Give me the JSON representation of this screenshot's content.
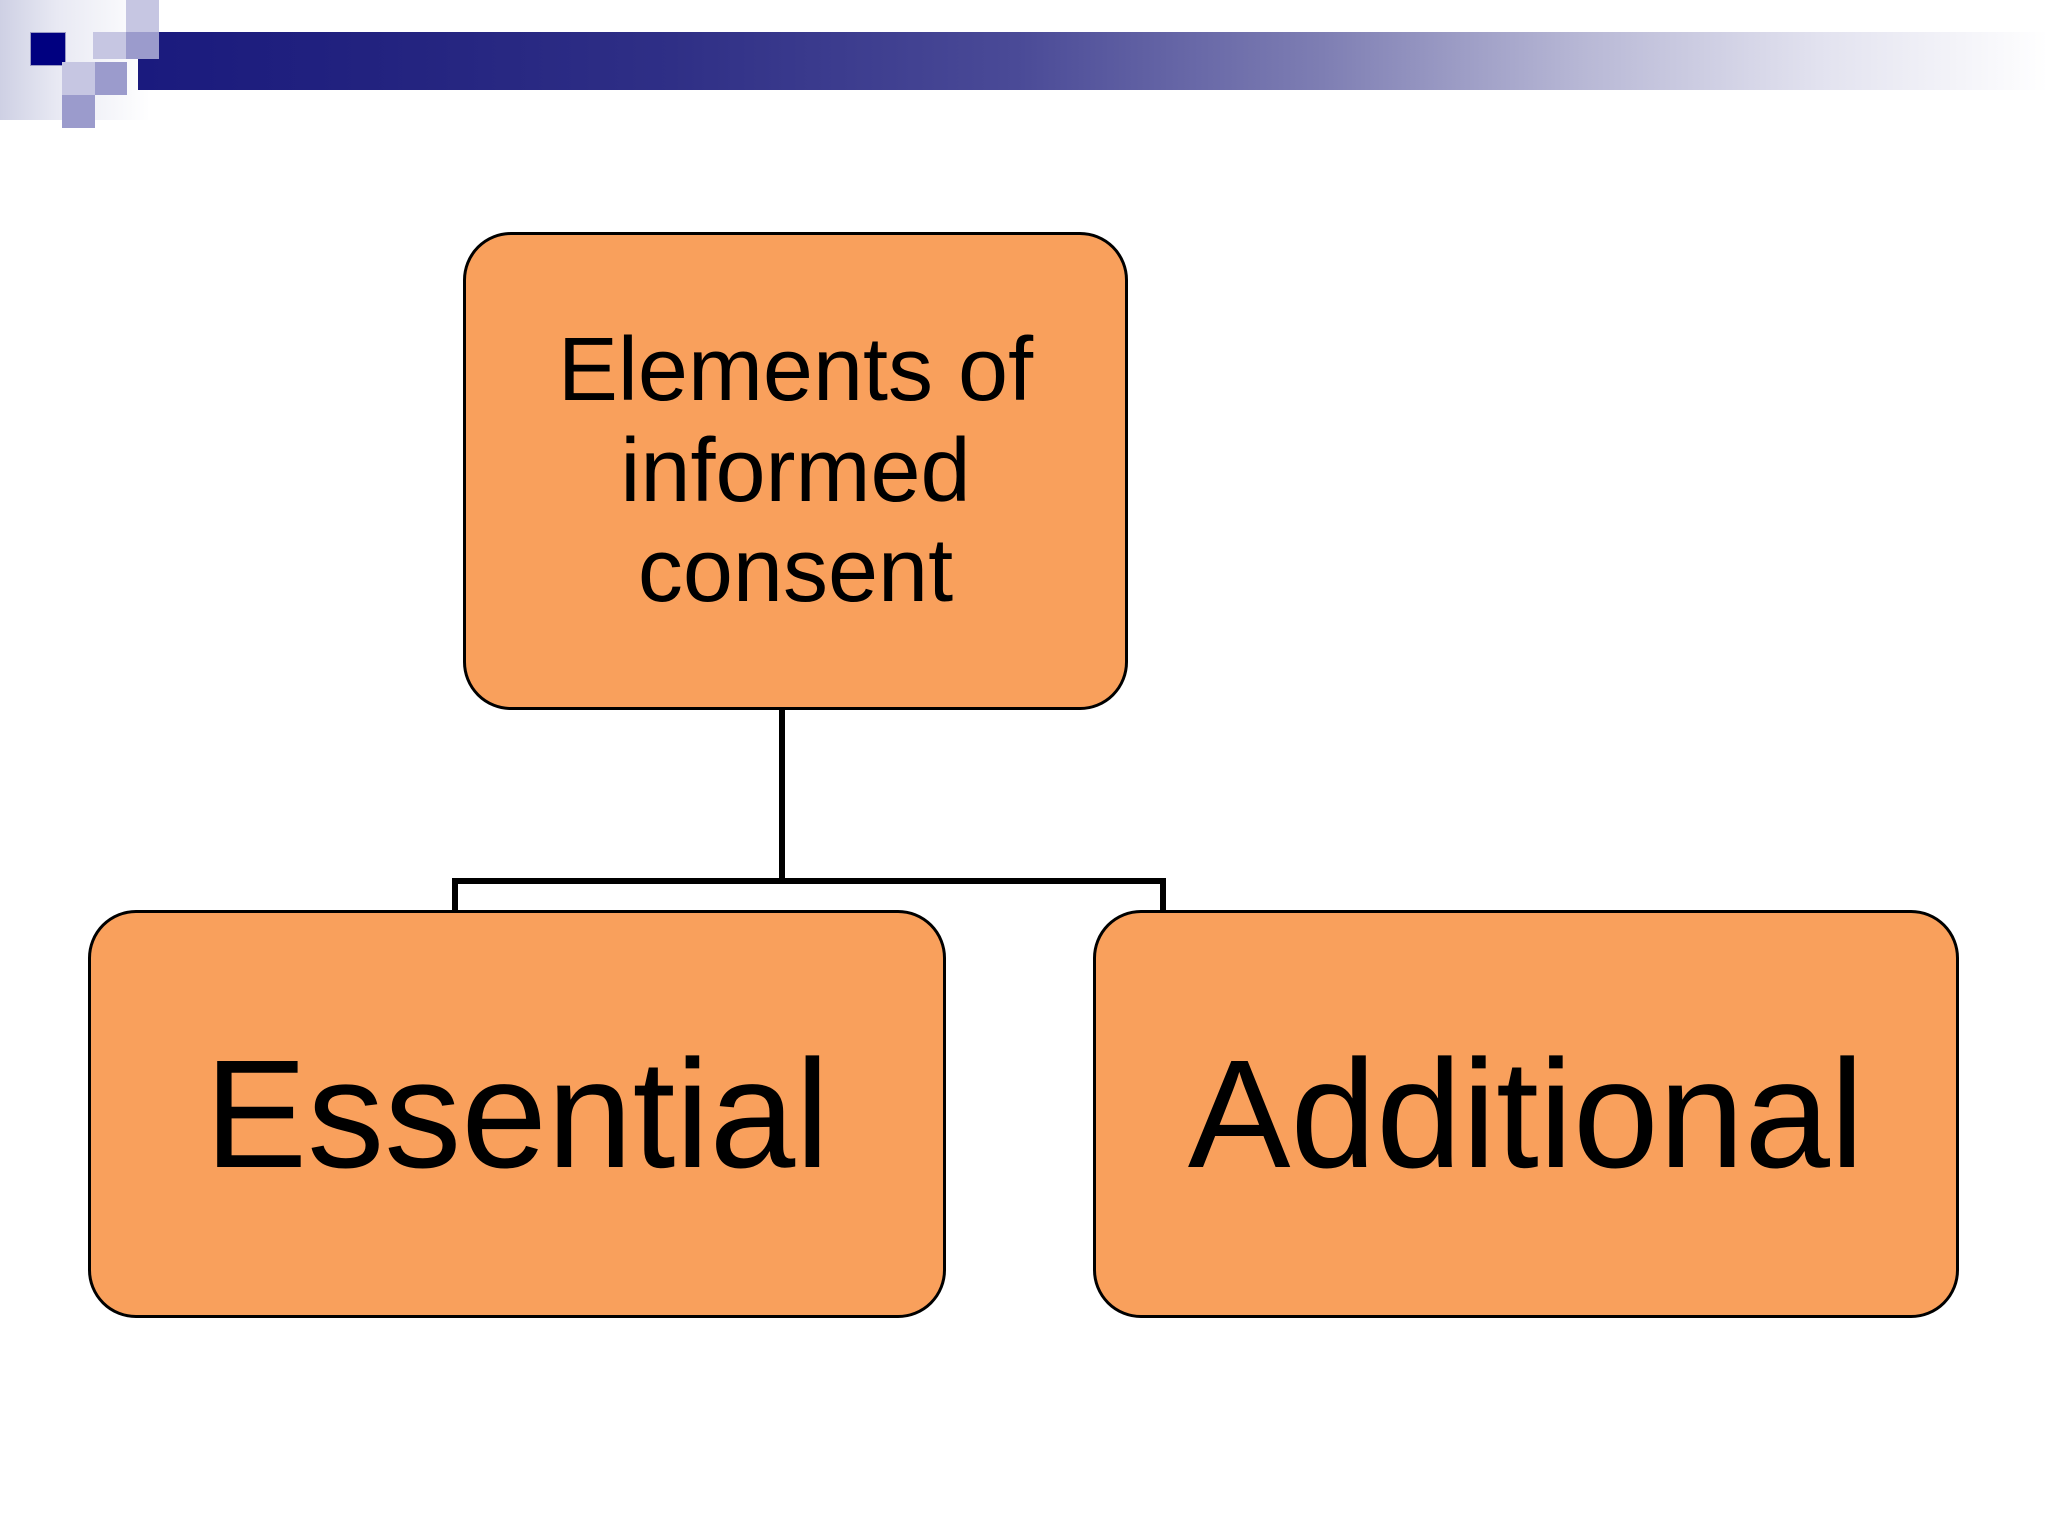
{
  "slide": {
    "title": "Elements of informed consent",
    "background_color": "#ffffff"
  },
  "header": {
    "band_gradient_start": "#1a1a7e",
    "band_gradient_end": "#ffffff",
    "accent_square_color": "#000080",
    "mid_square_color": "#9b9bcc",
    "light_square_color": "#c6c6e2"
  },
  "diagram": {
    "type": "org-chart",
    "node_fill": "#f9a05c",
    "node_border": "#000000",
    "connector_color": "#000000",
    "root": {
      "label": "Elements of\ninformed consent"
    },
    "children": [
      {
        "label": "Essential"
      },
      {
        "label": "Additional"
      }
    ]
  }
}
